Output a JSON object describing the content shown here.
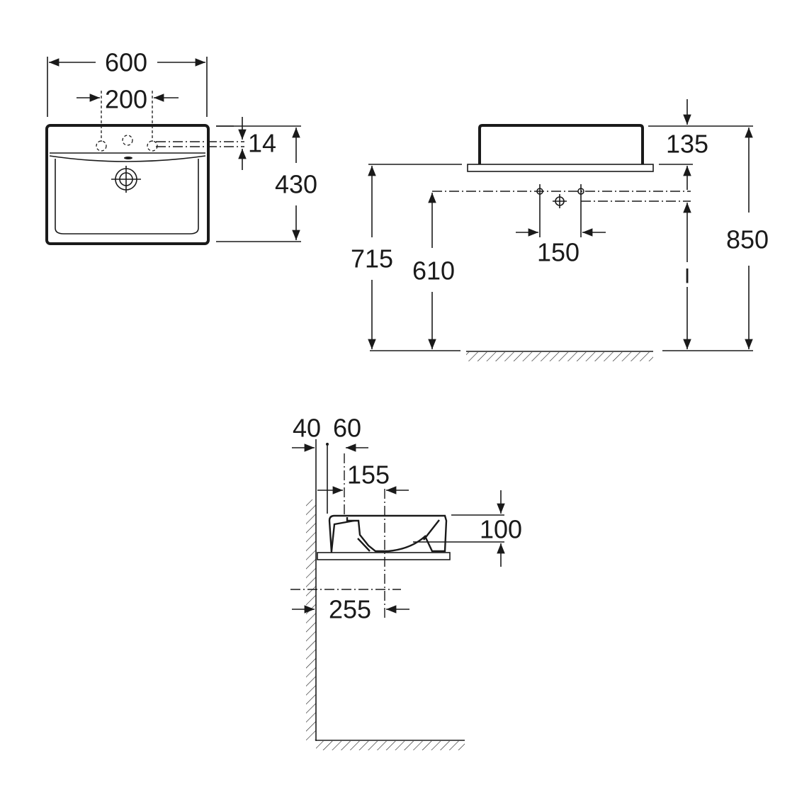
{
  "top_view": {
    "width": "600",
    "tap_spacing": "200",
    "tap_offset": "14",
    "depth": "430"
  },
  "front_view": {
    "basin_height": "135",
    "total_height": "850",
    "counter_height": "715",
    "tap_height": "610",
    "tap_spacing": "150",
    "centre_marker": "I"
  },
  "side_view": {
    "wall_gap": "40",
    "tap_offset": "60",
    "tap_to_drain": "155",
    "bowl_depth": "100",
    "drain_from_wall": "255"
  }
}
